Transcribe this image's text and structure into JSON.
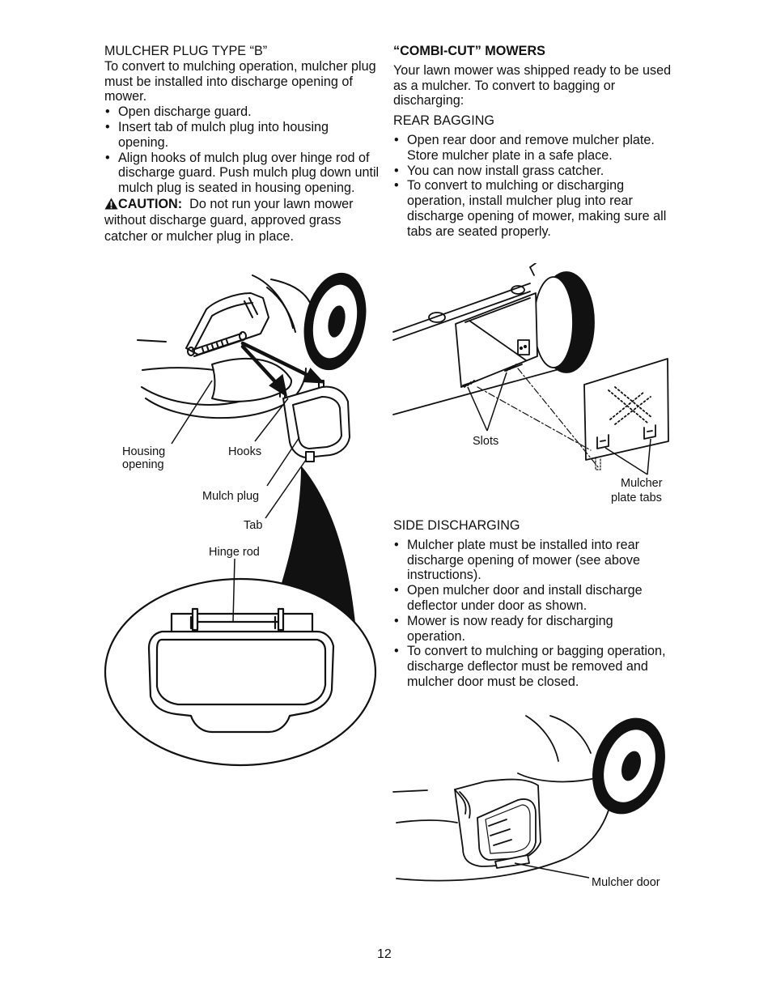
{
  "mulcher_plug_b": {
    "title": "MULCHER PLUG TYPE “B”",
    "intro": "To convert to mulching operation, mulcher plug must be installed into discharge open­ing of mower.",
    "steps": [
      "Open discharge guard.",
      "Insert tab of mulch plug into housing opening.",
      "Align hooks of mulch plug over hinge rod of discharge guard. Push mulch plug down until mulch plug is seated in hous­ing opening."
    ],
    "caution_label": "CAUTION:",
    "caution_text": "Do not run your lawn mower without discharge guard, approved grass catcher or mulcher plug in place."
  },
  "combi_cut": {
    "title": "“COMBI-CUT” MOWERS",
    "intro": "Your lawn mower was shipped ready to be used as a mulcher.  To convert to bagging or discharging:",
    "rear_bagging_title": "REAR BAGGING",
    "rear_bagging_steps": [
      "Open rear door and remove mulcher plate.  Store mulcher plate in a safe place.",
      "You can now install grass catcher.",
      "To convert to mulching or discharging operation, install mulcher plug into rear discharge opening of mower, making sure all tabs are seated properly."
    ],
    "side_discharging_title": "SIDE DISCHARGING",
    "side_discharging_steps": [
      "Mulcher plate must be installed into rear discharge opening of mower (see above instructions).",
      "Open mulcher door and install discharge deflector under door as shown.",
      "Mower is now ready for discharging operation.",
      "To convert to mulching or bagging operation, discharge deflector must be removed and mulcher door must be closed."
    ]
  },
  "figure_left": {
    "labels": {
      "housing_opening_1": "Housing",
      "housing_opening_2": "opening",
      "hooks": "Hooks",
      "mulch_plug": "Mulch plug",
      "tab": "Tab",
      "hinge_rod": "Hinge rod"
    }
  },
  "figure_rear": {
    "labels": {
      "slots": "Slots",
      "mulcher_plate_tabs_1": "Mulcher",
      "mulcher_plate_tabs_2": "plate tabs"
    }
  },
  "figure_side": {
    "labels": {
      "mulcher_door": "Mulcher door"
    }
  },
  "page_number": "12"
}
